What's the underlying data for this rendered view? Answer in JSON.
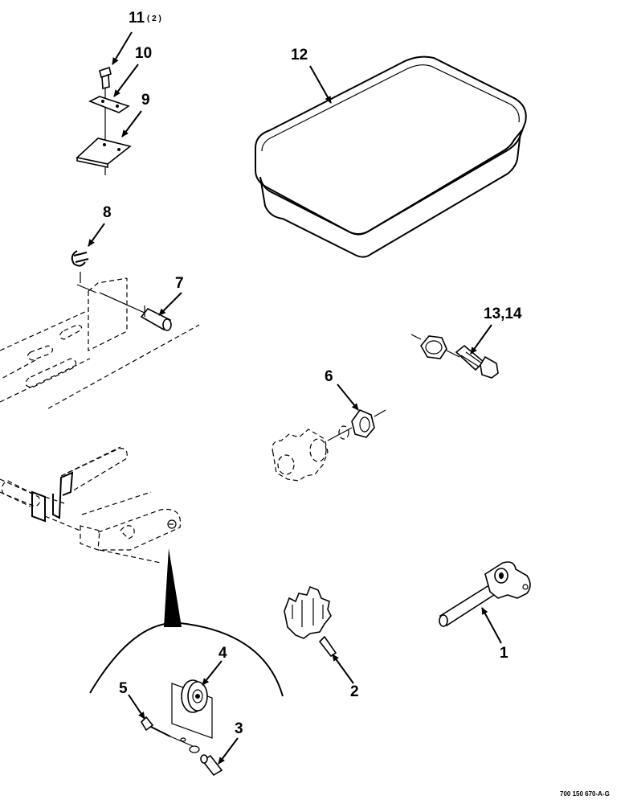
{
  "callouts": {
    "c1": "1",
    "c2": "2",
    "c3": "3",
    "c4": "4",
    "c5": "5",
    "c6": "6",
    "c7": "7",
    "c8": "8",
    "c9": "9",
    "c10": "10",
    "c11": "11",
    "c11_qty": "( 2 )",
    "c12": "12",
    "c13_14": "13,14"
  },
  "document_number": "700 150 670-A-G"
}
